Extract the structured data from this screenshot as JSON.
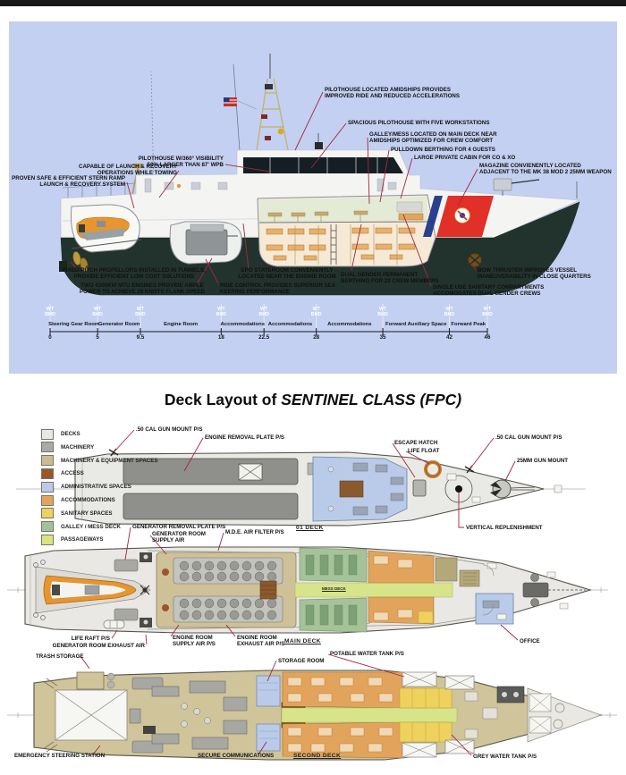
{
  "page": {
    "top_bar_color": "#191919",
    "background": "#ffffff"
  },
  "colors": {
    "profile_panel_bg": "#c3d0f1",
    "leader_line": "#a32640",
    "stripe_red": "#e03028",
    "stripe_blue": "#2a3f8e",
    "hull_dark": "#22332d"
  },
  "profile": {
    "callouts": [
      {
        "text": "PILOTHOUSE LOCATED AMIDSHIPS PROVIDES\nIMPROVED RIDE AND REDUCED ACCELERATIONS"
      },
      {
        "text": "SPACIOUS PILOTHOUSE WITH FIVE WORKSTATIONS"
      },
      {
        "text": "GALLEY/MESS LOCATED ON MAIN DECK NEAR\nAMIDSHIPS OPTIMIZED FOR CREW COMFORT"
      },
      {
        "text": "PULLDOWN BERTHING FOR 4 GUESTS"
      },
      {
        "text": "LARGE PRIVATE CABIN FOR CO & XO"
      },
      {
        "text": "MAGAZINE CONVIENENTLY LOCATED\nADJACENT TO THE MK 38 MOD 2 25MM WEAPON"
      },
      {
        "text": "PILOTHOUSE W/360° VISIBILITY\n50% LARGER THAN 87' WPB"
      },
      {
        "text": "CAPABLE OF LAUNCH & RECOVERY\nOPERATIONS WHILE TOWING"
      },
      {
        "text": "PROVEN SAFE & EFFICIENT STERN RAMP\nLAUNCH & RECOVERY SYSTEM"
      },
      {
        "text": "FIXED-PITCH PROPELLORS INSTALLED IN TUNNELS,\nPROVIDE EFFICIENT LOW COST SOLUTIONS"
      },
      {
        "text": "TWO 4300KW MTU ENGINES PROVIDE AMPLE\nPOWER TO ACHIEVE 28 KNOTS FLANK SPEED"
      },
      {
        "text": "EPO STATEROOM CONVENIENTLY\nLOCATED NEAR THE ENGINE ROOM"
      },
      {
        "text": "RIDE CONTROL PROVIDES SUPERIOR SEA\nKEEPING PERFORMANCE"
      },
      {
        "text": "DUAL GENDER PERMANENT\nBERTHING FOR 22 CREW MEMBERS"
      },
      {
        "text": "SINGLE USE SANITARY COMPARTMENTS\nACCOMODATES DUAL GENDER CREWS"
      },
      {
        "text": "BOW THRUSTER IMPROVES VESSEL\nMANEUVERABILITY IN CLOSE QUARTERS"
      }
    ],
    "scale": {
      "bulkhead_label": "WT\nBHD",
      "tick_values": [
        0,
        5,
        9.5,
        18,
        22.5,
        28,
        35,
        42,
        46
      ],
      "tick_labels": [
        "0",
        "5",
        "9.5",
        "18",
        "22.5",
        "28",
        "35",
        "42",
        "46"
      ],
      "sections": [
        "Steering Gear Room",
        "Generator Room",
        "Engine Room",
        "Accommodations",
        "Accommodations",
        "Accommodations",
        "Forward Auxiliary Space",
        "Forward Peak"
      ]
    }
  },
  "deck_layout": {
    "title": {
      "prefix": "Deck Layout of ",
      "emphasis": "SENTINEL CLASS (FPC)"
    },
    "legend": [
      {
        "label": "DECKS",
        "color": "#e8e8e4"
      },
      {
        "label": "MACHINERY",
        "color": "#a9a9a7"
      },
      {
        "label": "MACHINERY & EQUIPMENT SPACES",
        "color": "#c9bd90"
      },
      {
        "label": "ACCESS",
        "color": "#96582a"
      },
      {
        "label": "ADMINISTRATIVE SPACES",
        "color": "#b9cbe8"
      },
      {
        "label": "ACCOMMODATIONS",
        "color": "#e2a45c"
      },
      {
        "label": "SANITARY SPACES",
        "color": "#efd25e"
      },
      {
        "label": "GALLEY / MESS DECK",
        "color": "#a2c299"
      },
      {
        "label": "PASSAGEWAYS",
        "color": "#d9e57f"
      }
    ],
    "captions": {
      "deck01": "01 DECK",
      "main": "MAIN DECK",
      "second": "SECOND DECK",
      "mess": "MESS DECK"
    },
    "deck_labels": [
      {
        "text": ".50 CAL GUN MOUNT P/S"
      },
      {
        "text": "ENGINE REMOVAL PLATE P/S"
      },
      {
        "text": "ESCAPE HATCH"
      },
      {
        "text": "LIFE FLOAT"
      },
      {
        "text": ".50 CAL GUN MOUNT P/S"
      },
      {
        "text": "25MM GUN MOUNT"
      },
      {
        "text": "VERTICAL REPLENISHMENT"
      },
      {
        "text": "GENERATOR REMOVAL PLATE P/S"
      },
      {
        "text": "GENERATOR ROOM\nSUPPLY AIR"
      },
      {
        "text": "M.D.E. AIR FILTER P/S"
      },
      {
        "text": "LIFE RAFT P/S"
      },
      {
        "text": "GENERATOR ROOM EXHAUST AIR"
      },
      {
        "text": "ENGINE ROOM\nSUPPLY AIR P/S"
      },
      {
        "text": "ENGINE ROOM\nEXHAUST AIR P/S"
      },
      {
        "text": "OFFICE"
      },
      {
        "text": "TRASH STORAGE"
      },
      {
        "text": "STORAGE ROOM"
      },
      {
        "text": "POTABLE WATER TANK P/S"
      },
      {
        "text": "EMERGENCY STEERING STATION"
      },
      {
        "text": "SECURE COMMUNICATIONS"
      },
      {
        "text": "GREY WATER TANK P/S"
      }
    ]
  }
}
